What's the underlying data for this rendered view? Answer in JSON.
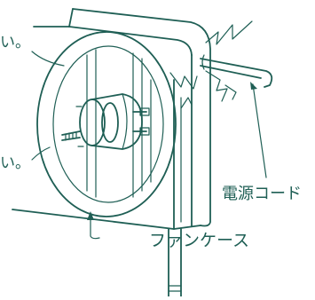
{
  "labels": {
    "left_top": "い。",
    "left_bottom": "い。",
    "power_cord": "電源コード",
    "fan_case": "ファンケース"
  },
  "colors": {
    "ink": "#1f5f55",
    "background": "#ffffff"
  }
}
